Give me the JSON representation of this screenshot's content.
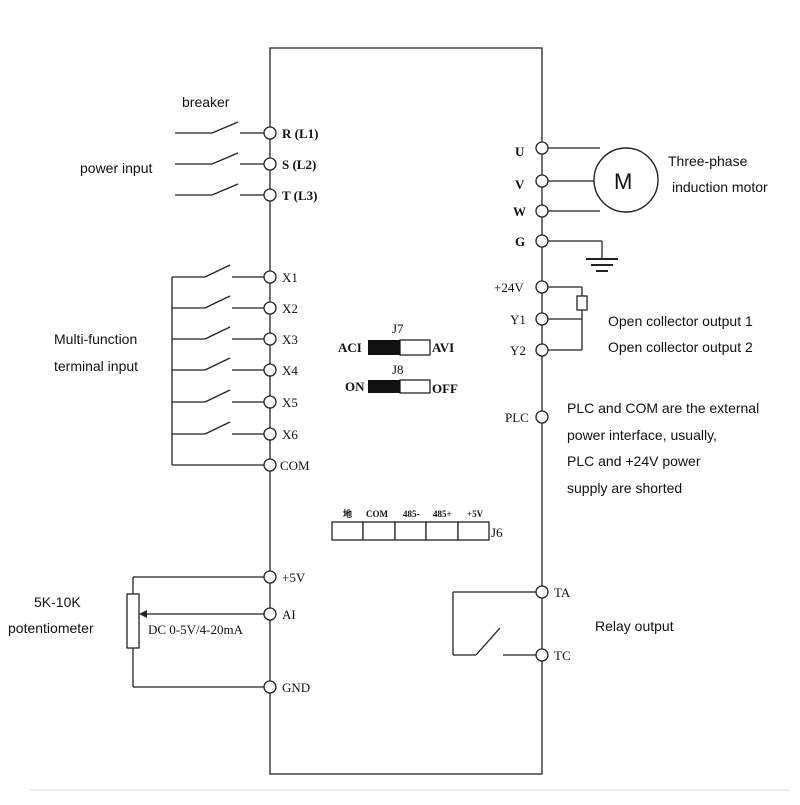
{
  "annotations": {
    "breaker": "breaker",
    "power_input": "power input",
    "multi_function": "Multi-function",
    "terminal_input": "terminal input",
    "potentiometer_value": "5K-10K",
    "potentiometer": "potentiometer",
    "analog_range": "DC 0-5V/4-20mA",
    "three_phase": "Three-phase",
    "induction_motor": "induction motor",
    "oc_output_1": "Open collector output 1",
    "oc_output_2": "Open collector output 2",
    "plc_note_1": "PLC and COM are the external",
    "plc_note_2": "power interface, usually,",
    "plc_note_3": "PLC and +24V power",
    "plc_note_4": "supply are shorted",
    "relay_output": "Relay output"
  },
  "power_terminals": [
    "R (L1)",
    "S (L2)",
    "T (L3)"
  ],
  "input_terminals": [
    "X1",
    "X2",
    "X3",
    "X4",
    "X5",
    "X6",
    "COM"
  ],
  "analog_terminals": [
    "+5V",
    "AI",
    "GND"
  ],
  "motor_terminals": [
    "U",
    "V",
    "W",
    "G"
  ],
  "motor_symbol": "M",
  "output_terminals": [
    "+24V",
    "Y1",
    "Y2"
  ],
  "plc_terminal": "PLC",
  "relay_terminals": [
    "TA",
    "TC"
  ],
  "jumper_j7": {
    "name": "J7",
    "left": "ACI",
    "right": "AVI"
  },
  "jumper_j8": {
    "name": "J8",
    "left": "ON",
    "right": "OFF"
  },
  "connector_j6": {
    "name": "J6",
    "pins": [
      "地",
      "COM",
      "485-",
      "485+",
      "+5V"
    ]
  }
}
